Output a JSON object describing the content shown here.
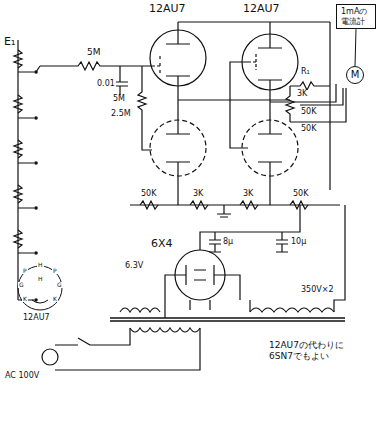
{
  "diagram": {
    "nodes": [
      {
        "text": [
          "1mAの 電流計"
        ]
      },
      {
        "text": [
          "M"
        ]
      }
    ],
    "edges": [
      {
        "from": 0,
        "to": 1,
        "arrow": "none"
      }
    ],
    "labels": [
      "E₁",
      "12AU7",
      "12AU7",
      "5M",
      "0.01",
      "5M",
      "2.5M",
      "R₁",
      "50K",
      "50K",
      "3K",
      "50K",
      "3K",
      "3K",
      "50K",
      "6X4",
      "6.3V",
      "8μ",
      "10μ",
      "350V×2",
      "AC 100V",
      "12AU7",
      "H",
      "P",
      "G",
      "K",
      "P",
      "G",
      "K",
      "H",
      "12AU7の代わりに 6SN7でもよい"
    ]
  }
}
